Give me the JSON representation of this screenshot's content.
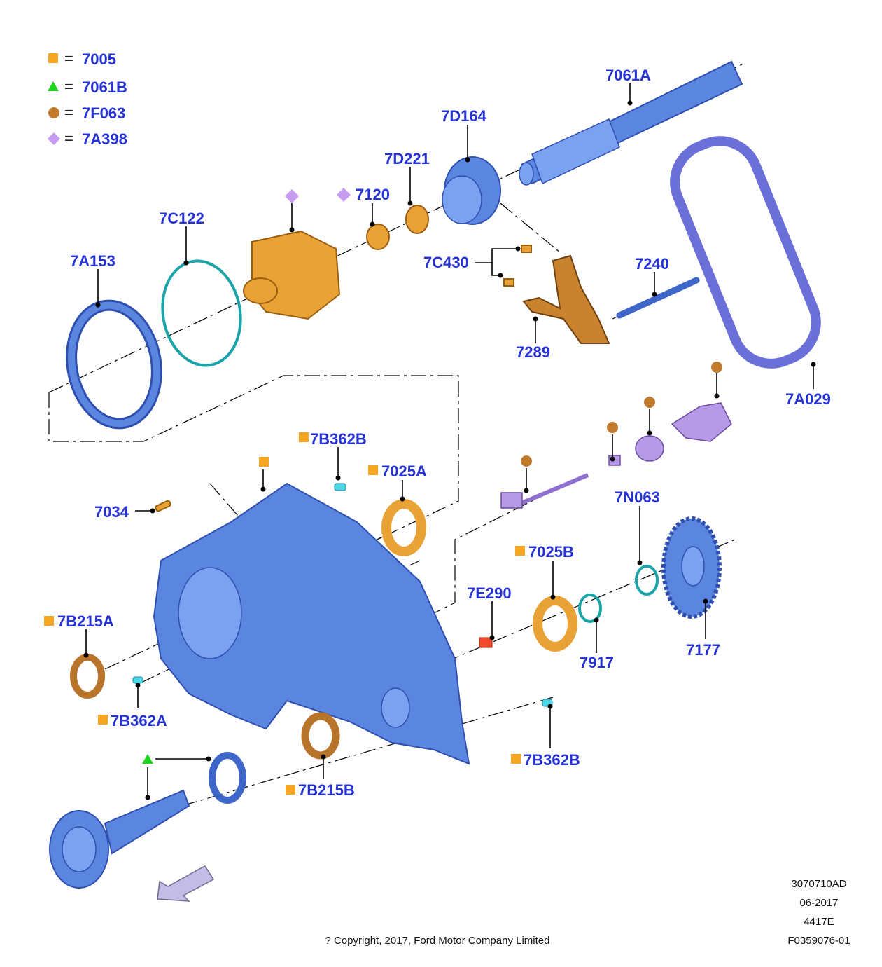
{
  "legend": [
    {
      "symbol": "square",
      "color": "#f5a623",
      "text": "=",
      "code": "7005"
    },
    {
      "symbol": "triangle",
      "color": "#1fd41f",
      "text": "=",
      "code": "7061B"
    },
    {
      "symbol": "circle",
      "color": "#c27a2c",
      "text": "=",
      "code": "7F063"
    },
    {
      "symbol": "diamond",
      "color": "#c79cf0",
      "text": "=",
      "code": "7A398"
    }
  ],
  "labels": {
    "p7061A": "7061A",
    "p7D164": "7D164",
    "p7D221": "7D221",
    "p7120": "7120",
    "p7C122": "7C122",
    "p7A153": "7A153",
    "p7C430": "7C430",
    "p7240": "7240",
    "p7289": "7289",
    "p7A029": "7A029",
    "p7B362B_top": "7B362B",
    "p7025A": "7025A",
    "p7034": "7034",
    "p7N063": "7N063",
    "p7025B": "7025B",
    "p7E290": "7E290",
    "p7B215A": "7B215A",
    "p7917": "7917",
    "p7177": "7177",
    "p7B362A": "7B362A",
    "p7B362B_bottom": "7B362B",
    "p7B215B": "7B215B"
  },
  "footer": {
    "doc_id": "3070710AD",
    "date": "06-2017",
    "model": "4417E",
    "figure": "F0359076-01",
    "copyright": "? Copyright, 2017, Ford Motor Company Limited"
  }
}
